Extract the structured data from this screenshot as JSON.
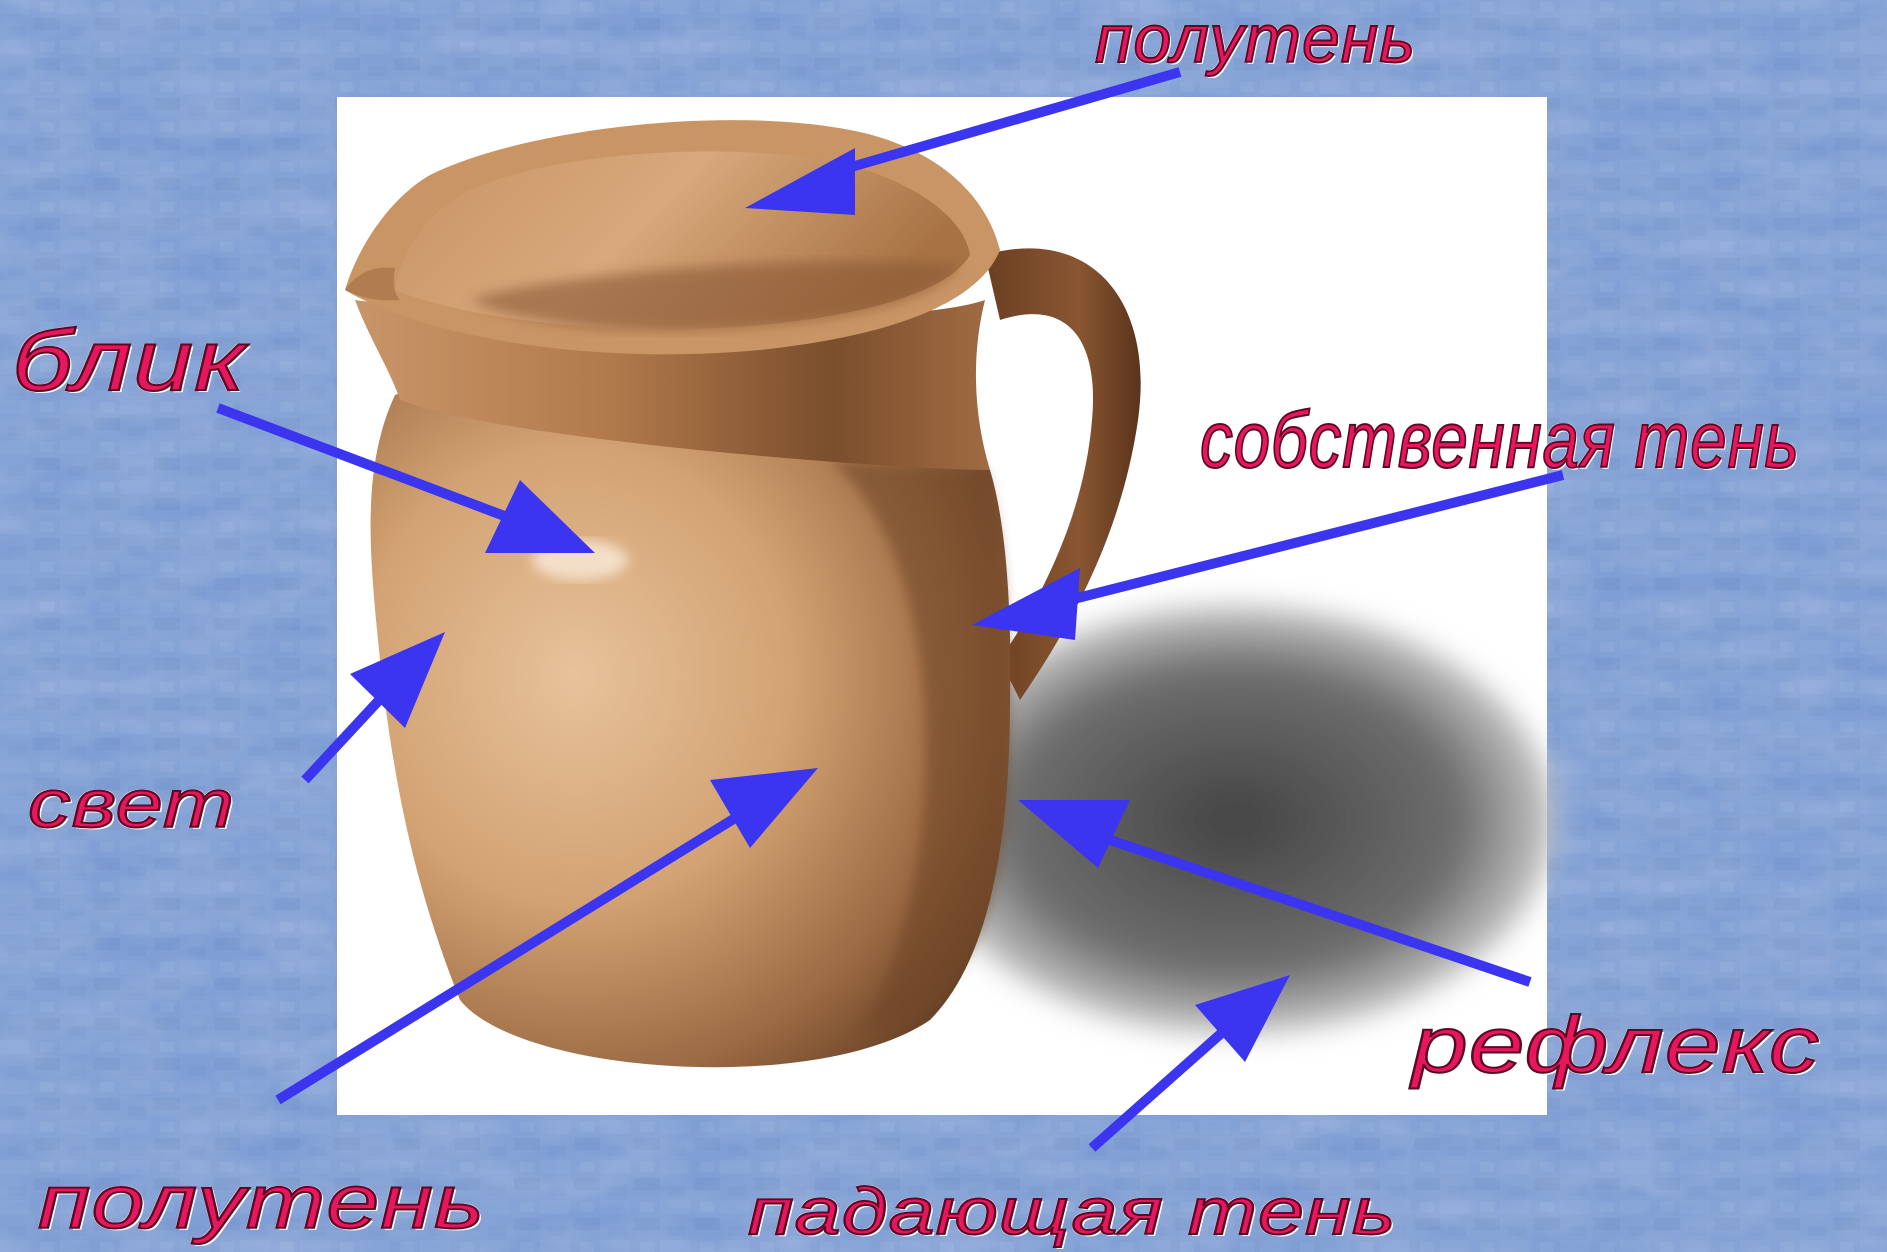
{
  "labels": {
    "penumbra_top": "полутень",
    "highlight": "блик",
    "own_shadow": "собственная тень",
    "light": "свет",
    "reflex": "рефлекс",
    "penumbra_bottom": "полутень",
    "cast_shadow": "падающая тень"
  },
  "colors": {
    "label_text": "#e8175d",
    "arrow": "#3b35f0",
    "background": "#6f8fc6",
    "photo_background": "#ffffff",
    "jug_body": "#c9986b",
    "shadow": "#4a4a4a"
  },
  "icons": {
    "arrow": "arrow-icon",
    "jug": "jug-illustration"
  }
}
